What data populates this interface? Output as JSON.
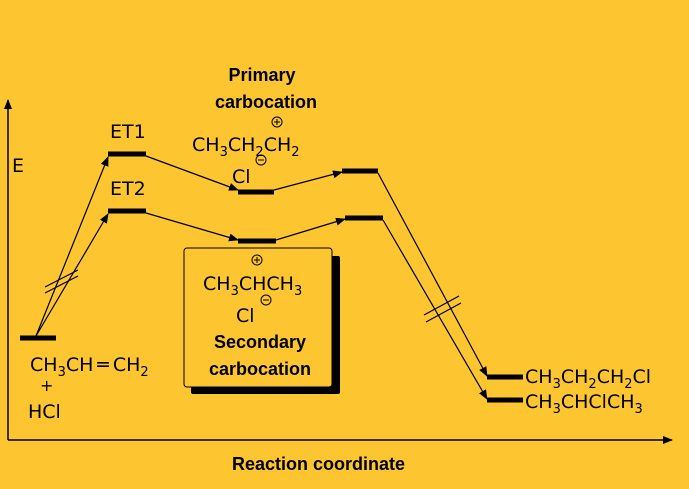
{
  "axes": {
    "y_label": "E",
    "x_label": "Reaction coordinate"
  },
  "transition_states": {
    "et1": "ET1",
    "et2": "ET2"
  },
  "primary": {
    "title_line1": "Primary",
    "title_line2": "carbocation",
    "cation_formula": "CH3CH2CH2",
    "anion": "Cl"
  },
  "secondary": {
    "cation_formula": "CH3CHCH3",
    "anion": "Cl",
    "title_line1": "Secondary",
    "title_line2": "carbocation"
  },
  "reactants": {
    "alkene": "CH3CH═CH2",
    "plus": "+",
    "acid": "HCl"
  },
  "products": {
    "primary_product": "CH3CH2CH2Cl",
    "secondary_product": "CH3CHClCH3"
  },
  "colors": {
    "background": "#FDC530",
    "ink": "#000000"
  }
}
